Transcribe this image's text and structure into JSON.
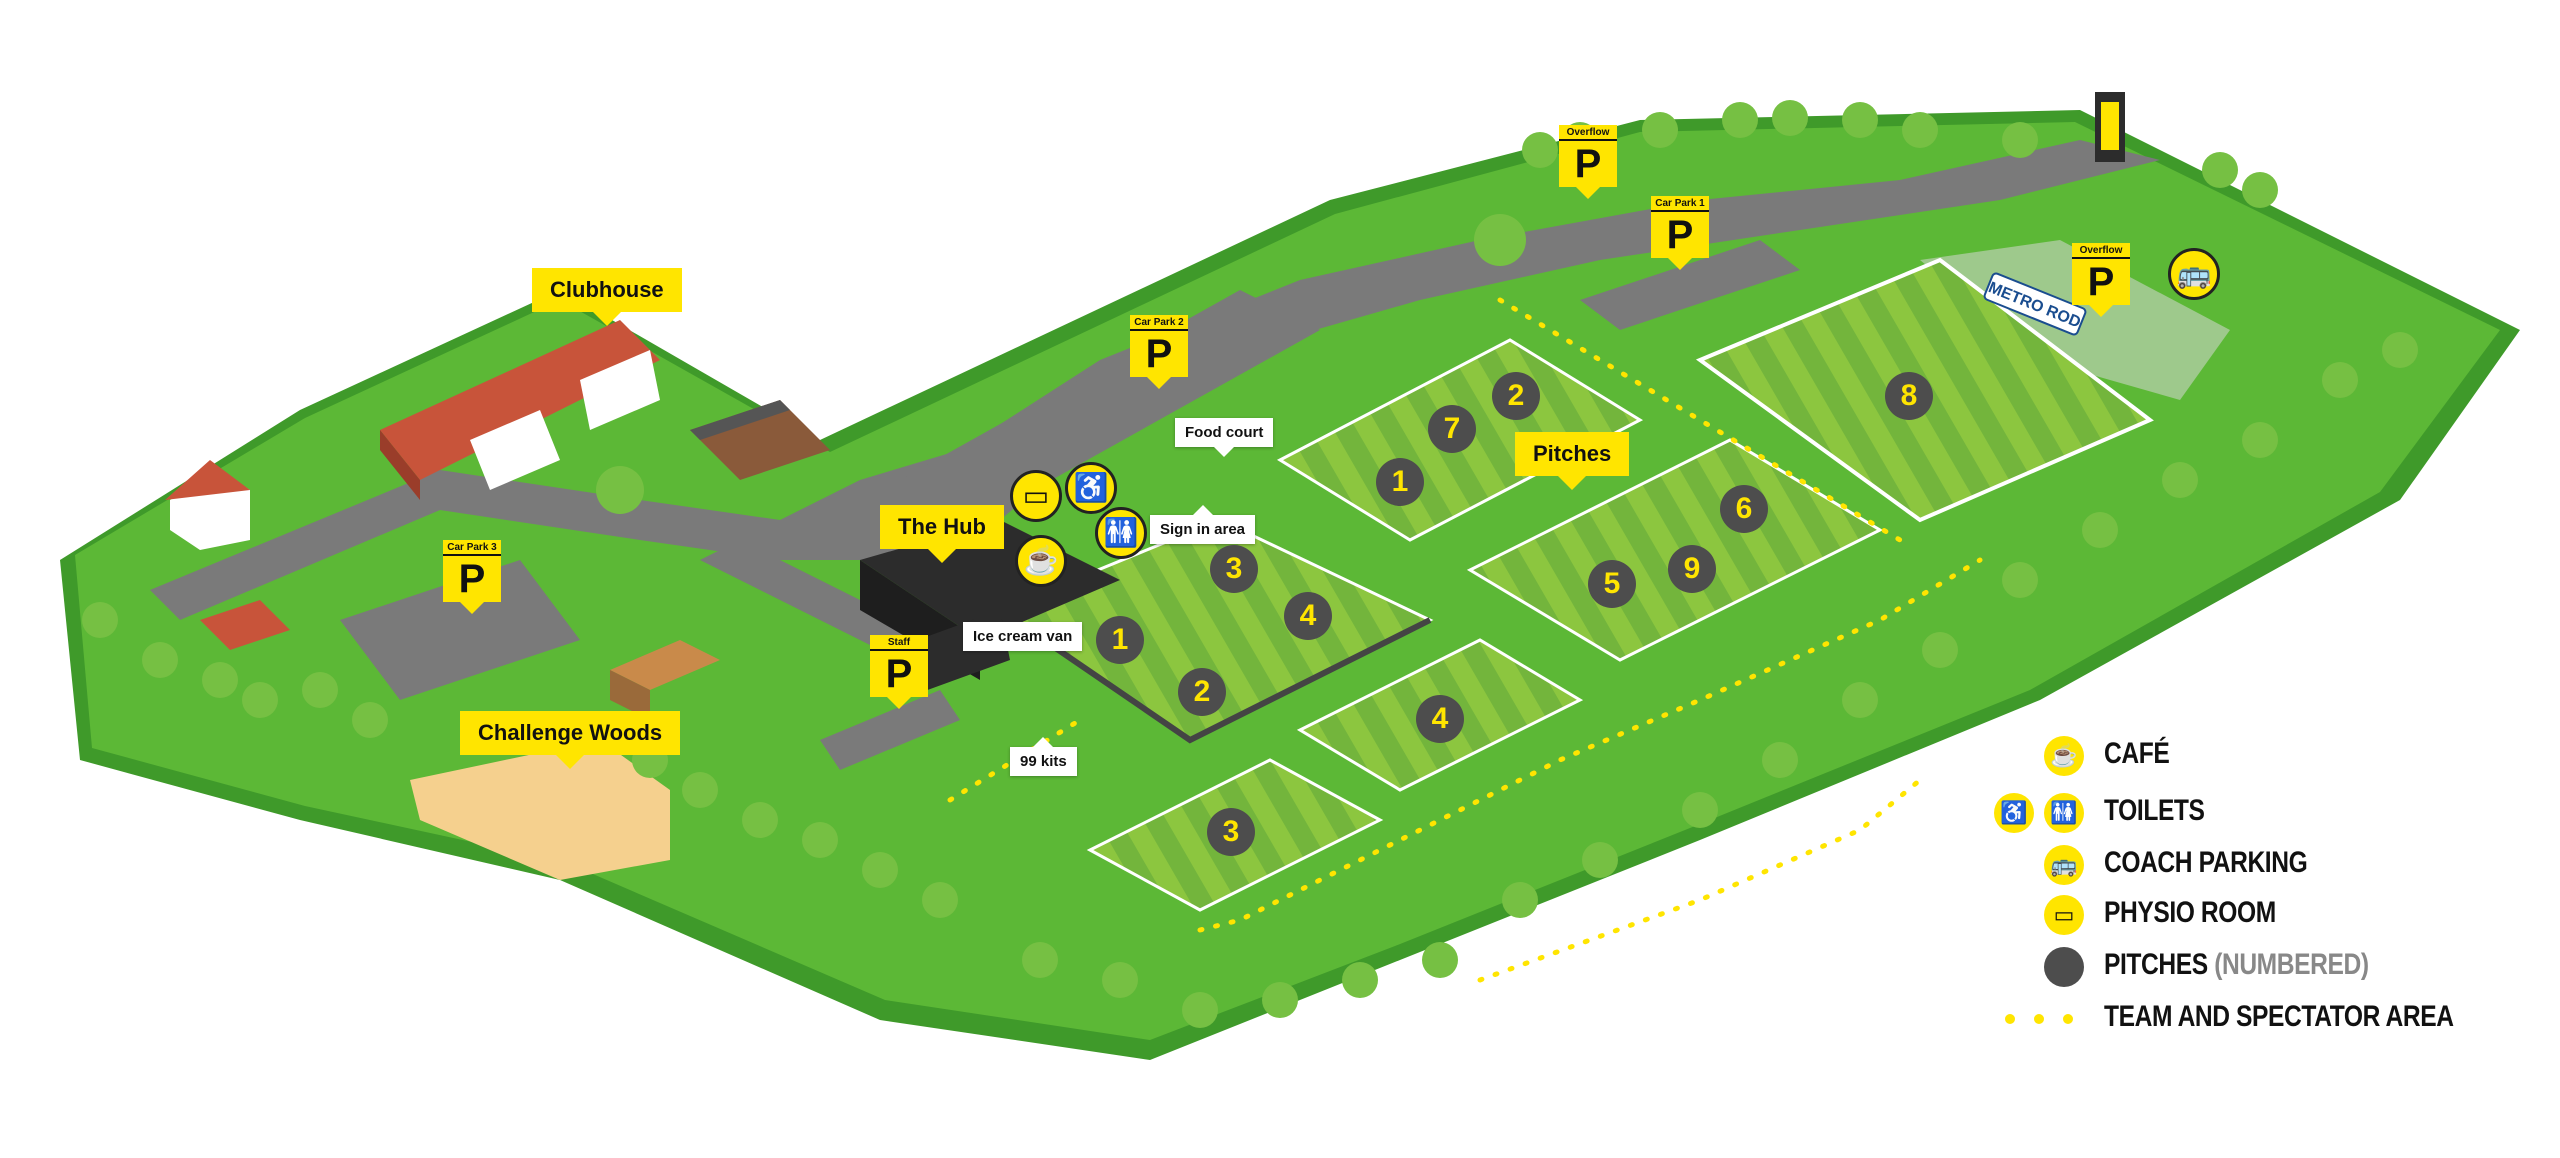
{
  "map": {
    "zones": {
      "clubhouse": "Clubhouse",
      "the_hub": "The Hub",
      "challenge_woods": "Challenge Woods",
      "pitches": "Pitches",
      "food_court": "Food court",
      "sign_in_area": "Sign in area",
      "ice_cream_van": "Ice cream van",
      "kits": "99 kits"
    },
    "parking": [
      {
        "title": "Overflow",
        "letter": "P"
      },
      {
        "title": "Car Park 1",
        "letter": "P"
      },
      {
        "title": "Overflow",
        "letter": "P"
      },
      {
        "title": "Car Park 2",
        "letter": "P"
      },
      {
        "title": "Car Park 3",
        "letter": "P"
      },
      {
        "title": "Staff",
        "letter": "P"
      }
    ],
    "pitches": [
      "1",
      "2",
      "3",
      "4",
      "5",
      "6",
      "7",
      "8",
      "9",
      "1",
      "2",
      "3",
      "4"
    ],
    "sponsor": "METRO ROD",
    "colors": {
      "grass_dark": "#3f9a2a",
      "grass_main": "#5cb836",
      "pitch_light": "#8cc63f",
      "pitch_dark": "#6db33f",
      "road": "#7a7a7a",
      "accent": "#ffe500",
      "badge": "#4d4d4d",
      "sand": "#f5d08e"
    }
  },
  "legend": {
    "items": [
      {
        "label": "CAFÉ",
        "icon": "coffee-cup-icon"
      },
      {
        "label": "TOILETS",
        "icon": "toilet-icons"
      },
      {
        "label": "COACH PARKING",
        "icon": "bus-icon"
      },
      {
        "label": "PHYSIO ROOM",
        "icon": "physio-bed-icon"
      },
      {
        "label": "PITCHES",
        "sub": "(NUMBERED)",
        "icon": "pitch-circle-icon"
      },
      {
        "label": "TEAM AND SPECTATOR AREA",
        "icon": "yellow-dots-icon"
      }
    ]
  }
}
